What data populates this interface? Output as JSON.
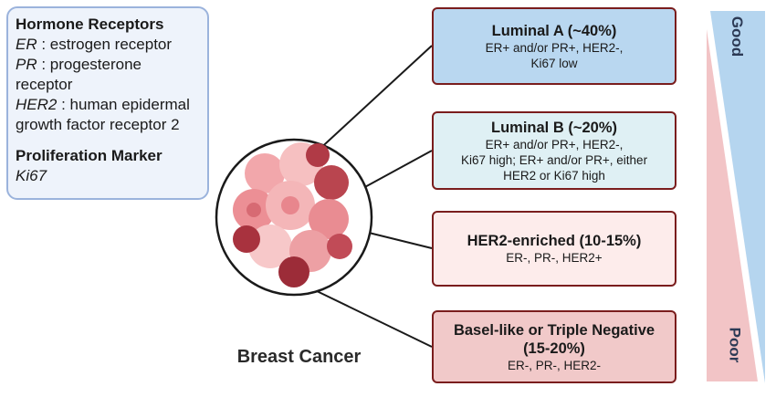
{
  "legend": {
    "title1": "Hormone Receptors",
    "items": [
      {
        "abbr": "ER",
        "text": " : estrogen receptor"
      },
      {
        "abbr": "PR",
        "text": " : progesterone"
      },
      {
        "abbr": "",
        "text": "receptor"
      },
      {
        "abbr": "HER2",
        "text": " : human epidermal"
      },
      {
        "abbr": "",
        "text": "growth factor receptor 2"
      }
    ],
    "title2": "Proliferation Marker",
    "marker": "Ki67"
  },
  "subtypes": [
    {
      "title": "Luminal A (~40%)",
      "lines": [
        "ER+ and/or PR+, HER2-,",
        "Ki67 low"
      ]
    },
    {
      "title": "Luminal B (~20%)",
      "lines": [
        "ER+ and/or PR+, HER2-,",
        "Ki67 high; ER+ and/or PR+, either",
        "HER2 or Ki67 high"
      ]
    },
    {
      "title": "HER2-enriched (10-15%)",
      "lines": [
        "ER-, PR-, HER2+"
      ]
    },
    {
      "title": "Basel-like or Triple Negative",
      "title2": "(15-20%)",
      "lines": [
        "ER-, PR-, HER2-"
      ]
    }
  ],
  "caption": "Breast Cancer",
  "prognosis": {
    "good": "Good",
    "poor": "Poor"
  },
  "colors": {
    "good": "#b5d5ef",
    "poor": "#f2c4c6",
    "border": "#7a1d1d"
  }
}
